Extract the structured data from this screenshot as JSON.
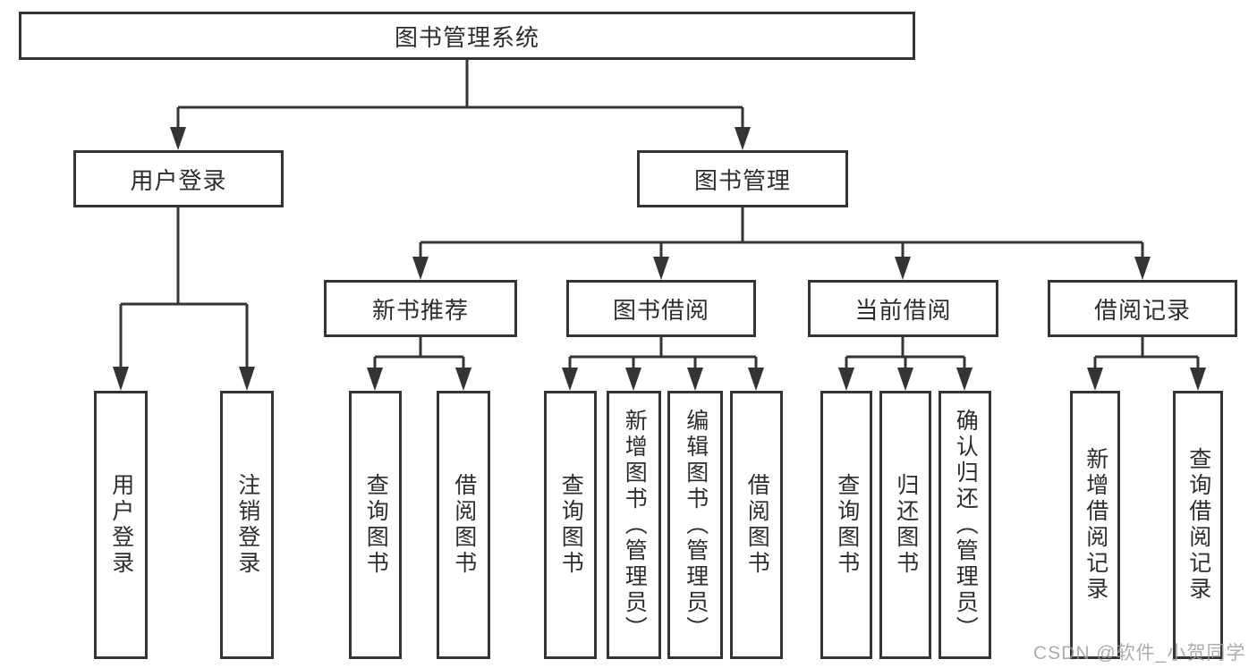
{
  "tree": {
    "root": "图书管理系统",
    "user_login": {
      "label": "用户登录",
      "children": [
        "用户登录",
        "注销登录"
      ]
    },
    "book_mgmt": {
      "label": "图书管理",
      "children": [
        {
          "label": "新书推荐",
          "children": [
            "查询图书",
            "借阅图书"
          ]
        },
        {
          "label": "图书借阅",
          "children": [
            "查询图书",
            "新增图书（管理员）",
            "编辑图书（管理员）",
            "借阅图书"
          ]
        },
        {
          "label": "当前借阅",
          "children": [
            "查询图书",
            "归还图书",
            "确认归还（管理员）"
          ]
        },
        {
          "label": "借阅记录",
          "children": [
            "新增借阅记录",
            "查询借阅记录"
          ]
        }
      ]
    }
  },
  "watermark": "CSDN @软件_小贺同学",
  "colors": {
    "line": "#343434",
    "text": "#2d2d2d",
    "box_background": "#ffffff",
    "watermark": "#9e9e9e"
  }
}
